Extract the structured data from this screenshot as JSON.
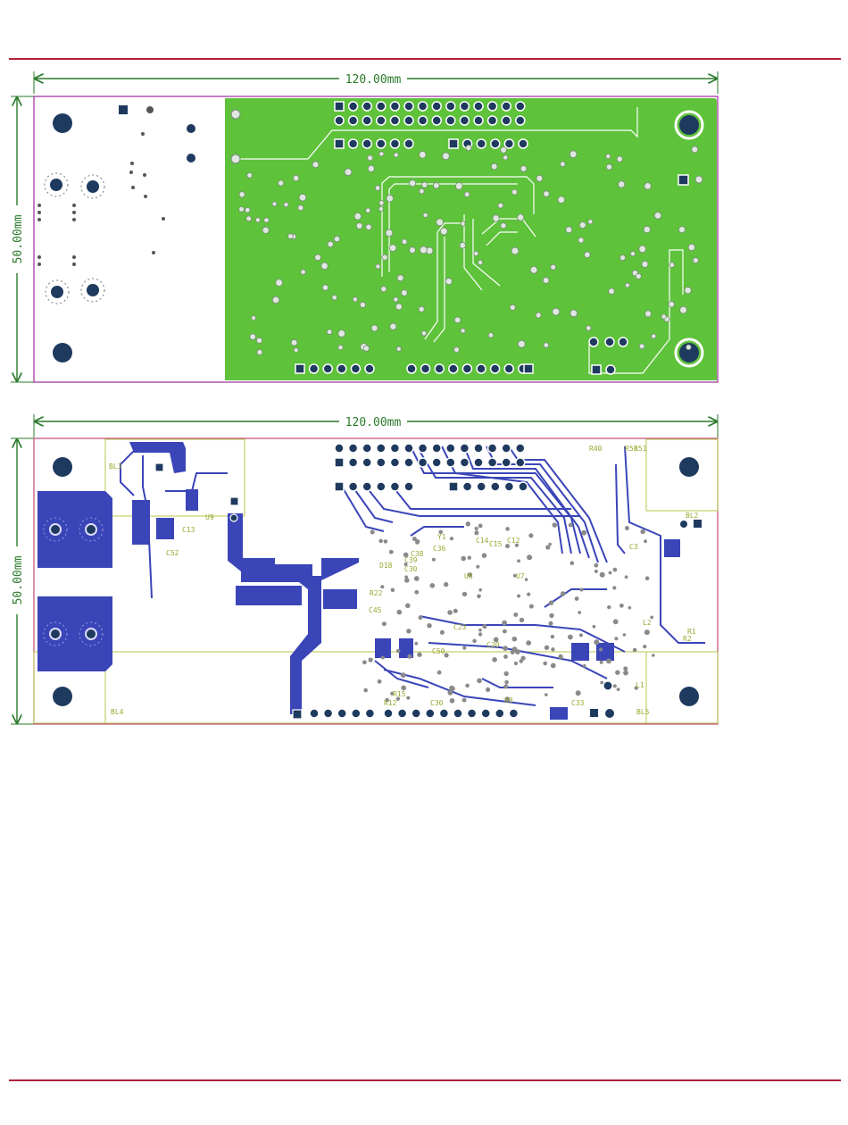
{
  "colors": {
    "rule": "#b0203a",
    "dimension": "#2a7a2a",
    "outline": "#9a2a9a",
    "top_copper": "#5ec23a",
    "bottom_copper": "#3a45b8",
    "pad_dark": "#1f3a5f",
    "via": "#8a8a8a",
    "silkscreen": "#b8c44a"
  },
  "top_view": {
    "width_label": "120.00mm",
    "height_label": "50.00mm"
  },
  "bottom_view": {
    "width_label": "120.00mm",
    "height_label": "50.00mm",
    "silk_labels": [
      "BL3",
      "U9",
      "C13",
      "C52",
      "D18",
      "R22",
      "C45",
      "C38",
      "C30",
      "C39",
      "C36",
      "Y1",
      "C14",
      "C15",
      "C12",
      "C3",
      "U8",
      "C33",
      "BL4",
      "BL2",
      "BL5",
      "R53",
      "R51",
      "R40",
      "R2",
      "R1",
      "L1",
      "L2",
      "C30",
      "R12",
      "R15",
      "C50",
      "C23",
      "C20",
      "U7",
      "U6"
    ]
  }
}
